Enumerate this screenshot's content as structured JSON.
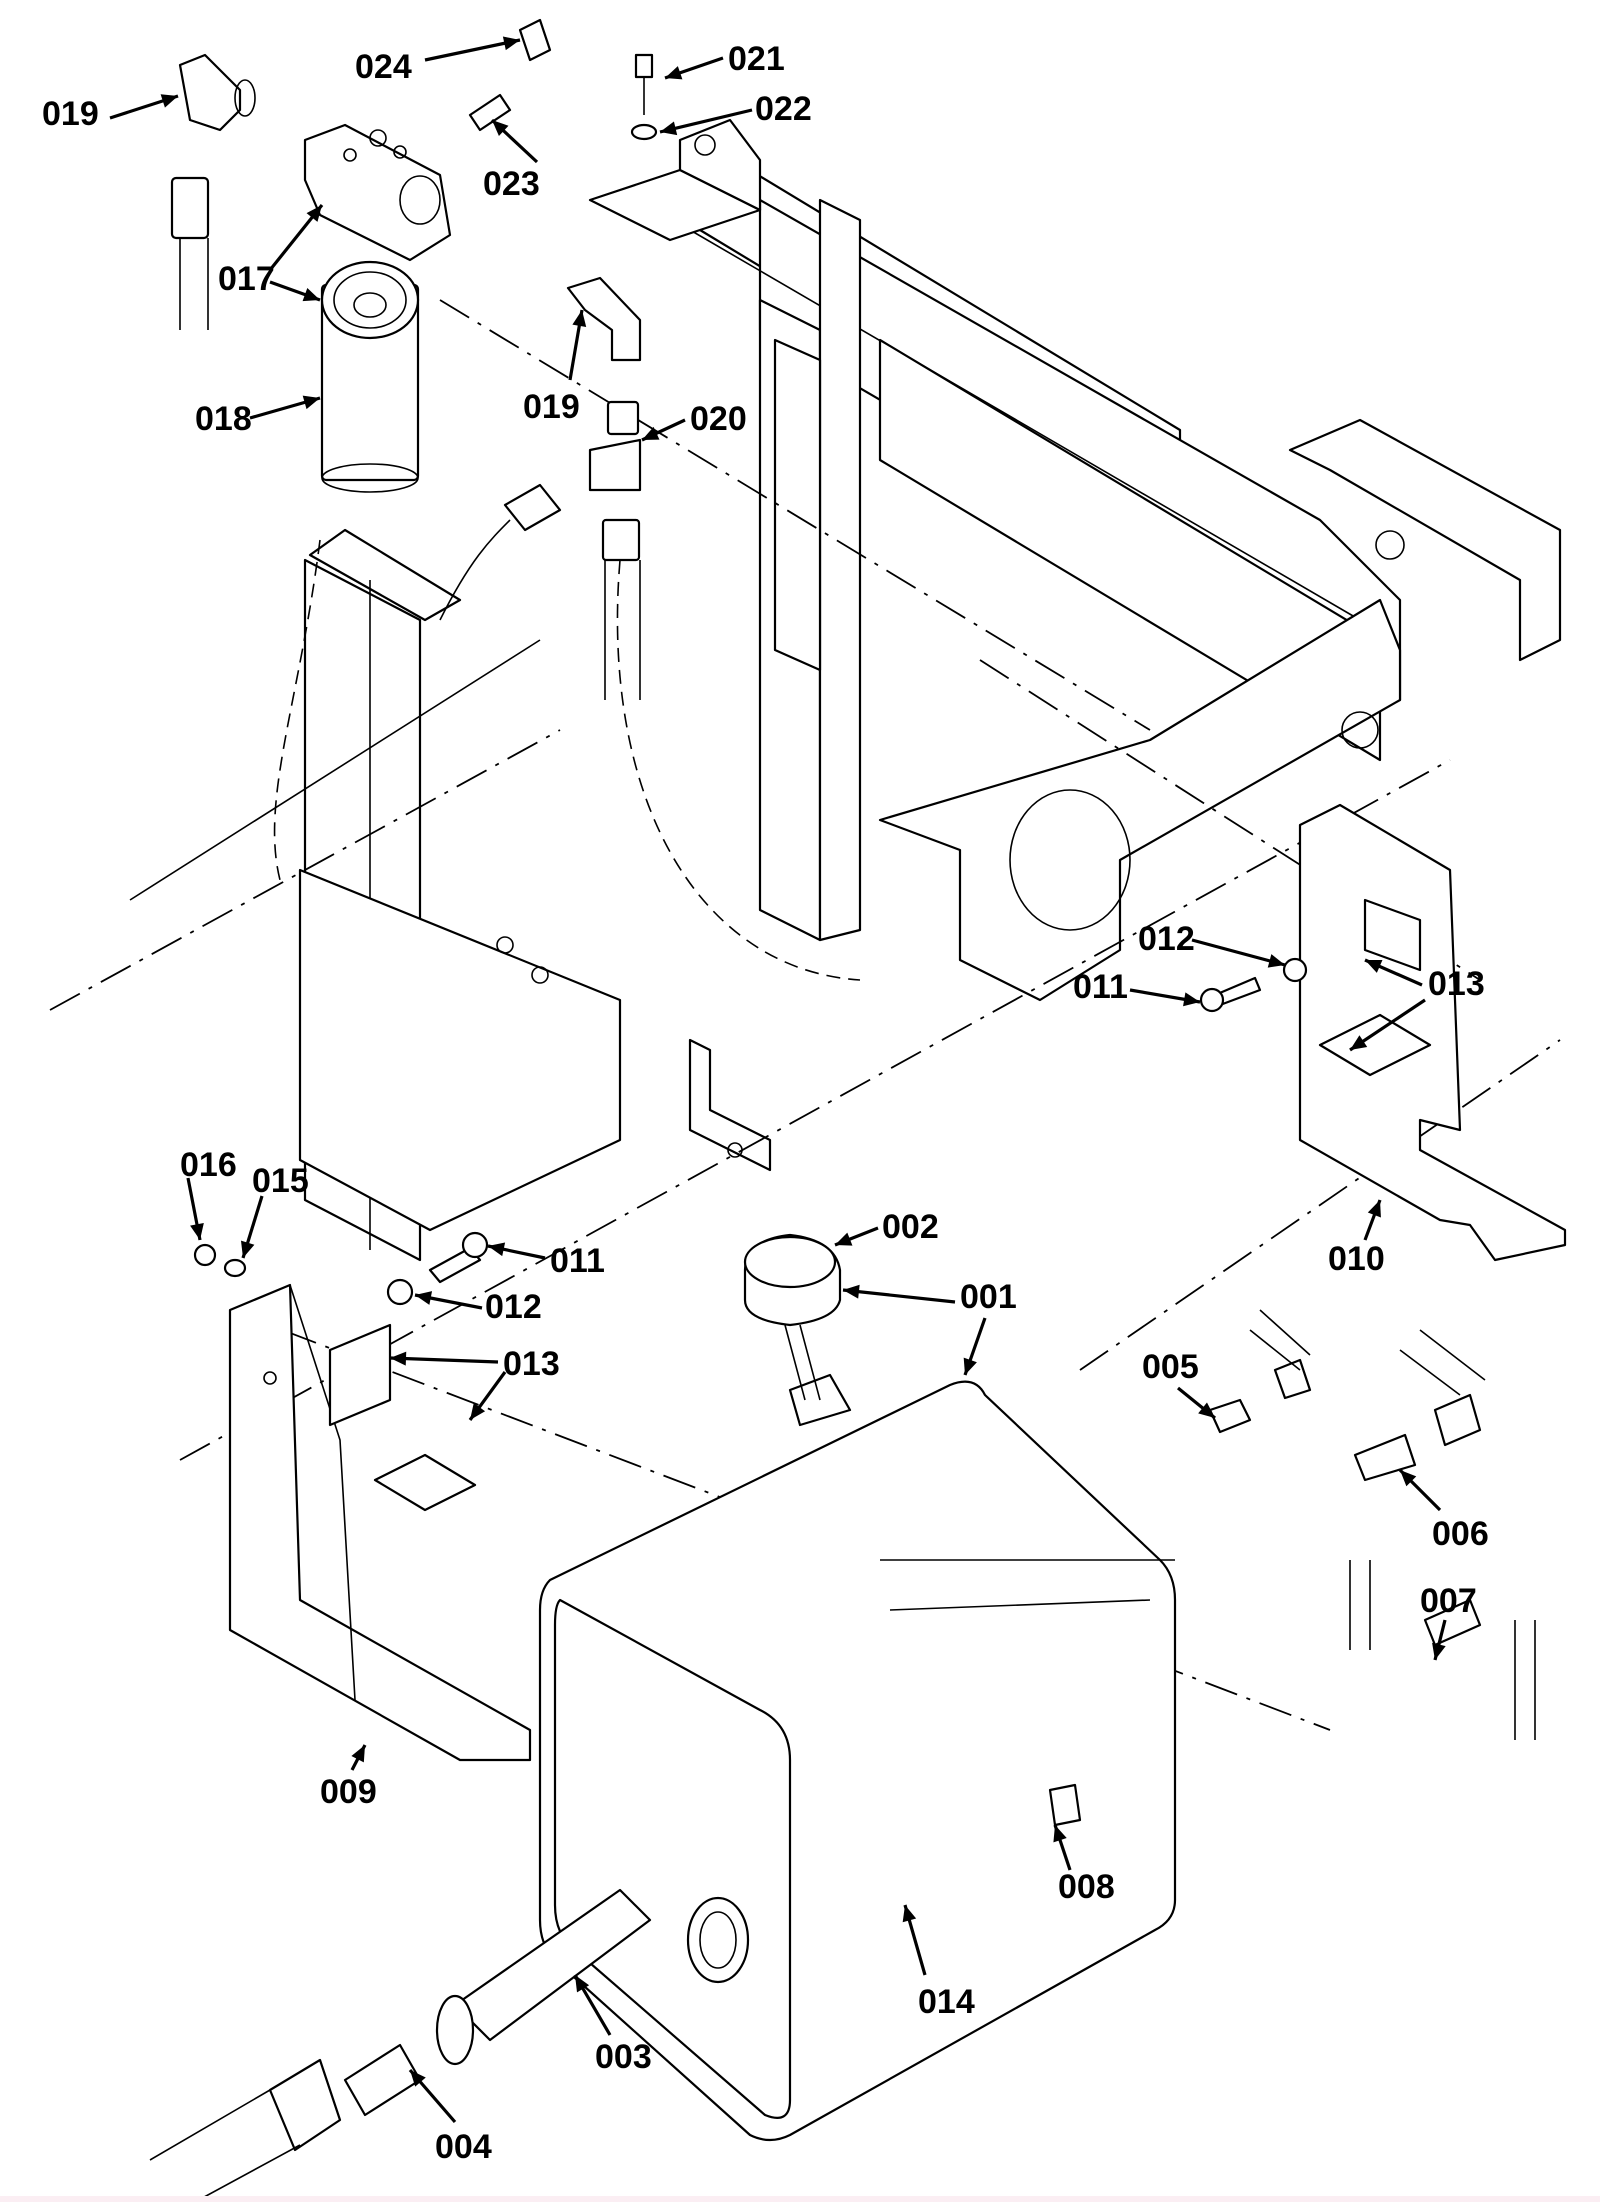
{
  "diagram": {
    "type": "exploded-parts-diagram",
    "subject": "hydraulic tank and filter assembly",
    "callouts": [
      {
        "id": "001",
        "label": "001",
        "part": "tank"
      },
      {
        "id": "002",
        "label": "002",
        "part": "filler-cap"
      },
      {
        "id": "003",
        "label": "003",
        "part": "suction-strainer"
      },
      {
        "id": "004",
        "label": "004",
        "part": "hose-fitting"
      },
      {
        "id": "005",
        "label": "005",
        "part": "straight-fitting"
      },
      {
        "id": "006",
        "label": "006",
        "part": "straight-fitting"
      },
      {
        "id": "007",
        "label": "007",
        "part": "tee-fitting"
      },
      {
        "id": "008",
        "label": "008",
        "part": "drain-plug"
      },
      {
        "id": "009",
        "label": "009",
        "part": "left-bracket"
      },
      {
        "id": "010",
        "label": "010",
        "part": "right-bracket"
      },
      {
        "id": "011a",
        "label": "011",
        "part": "bolt"
      },
      {
        "id": "011b",
        "label": "011",
        "part": "bolt"
      },
      {
        "id": "012a",
        "label": "012",
        "part": "washer"
      },
      {
        "id": "012b",
        "label": "012",
        "part": "washer"
      },
      {
        "id": "013a",
        "label": "013",
        "part": "pad"
      },
      {
        "id": "013b",
        "label": "013",
        "part": "pad"
      },
      {
        "id": "014",
        "label": "014",
        "part": "strap"
      },
      {
        "id": "015",
        "label": "015",
        "part": "washer"
      },
      {
        "id": "016",
        "label": "016",
        "part": "nut"
      },
      {
        "id": "017",
        "label": "017",
        "part": "filter-head"
      },
      {
        "id": "018",
        "label": "018",
        "part": "filter-cartridge"
      },
      {
        "id": "019a",
        "label": "019",
        "part": "elbow-fitting"
      },
      {
        "id": "019b",
        "label": "019",
        "part": "elbow-fitting"
      },
      {
        "id": "020",
        "label": "020",
        "part": "tee-fitting"
      },
      {
        "id": "021",
        "label": "021",
        "part": "bolt"
      },
      {
        "id": "022",
        "label": "022",
        "part": "washer"
      },
      {
        "id": "023",
        "label": "023",
        "part": "pressure-switch"
      },
      {
        "id": "024",
        "label": "024",
        "part": "boot"
      }
    ]
  }
}
